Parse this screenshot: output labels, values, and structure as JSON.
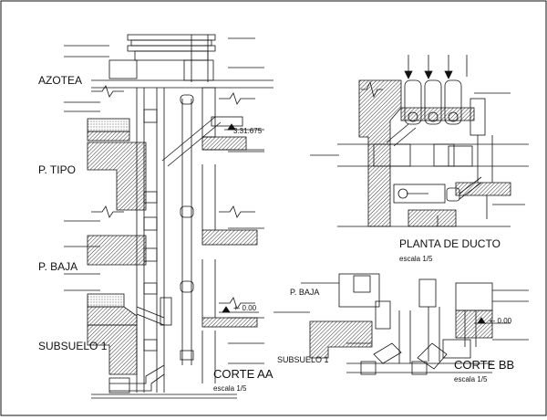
{
  "labels": {
    "azotea": "AZOTEA",
    "p_tipo": "P. TIPO",
    "p_baja_left": "P. BAJA",
    "subsuelo_left": "SUBSUELO 1",
    "corte_aa": "CORTE AA",
    "corte_aa_scale": "escala   1/5",
    "level_aa_roof": "3.31.675",
    "level_aa_ground": "+- 0.00",
    "planta_ducto": "PLANTA DE DUCTO",
    "planta_scale": "escala   1/5",
    "p_baja_right": "P. BAJA",
    "subsuelo_right": "SUBSUELO 1",
    "corte_bb": "CORTE BB",
    "corte_bb_scale": "escala  1/5",
    "level_bb_ground": "+- 0.00"
  },
  "colors": {
    "line": "#111111",
    "hatch": "#333333",
    "background": "#ffffff"
  }
}
